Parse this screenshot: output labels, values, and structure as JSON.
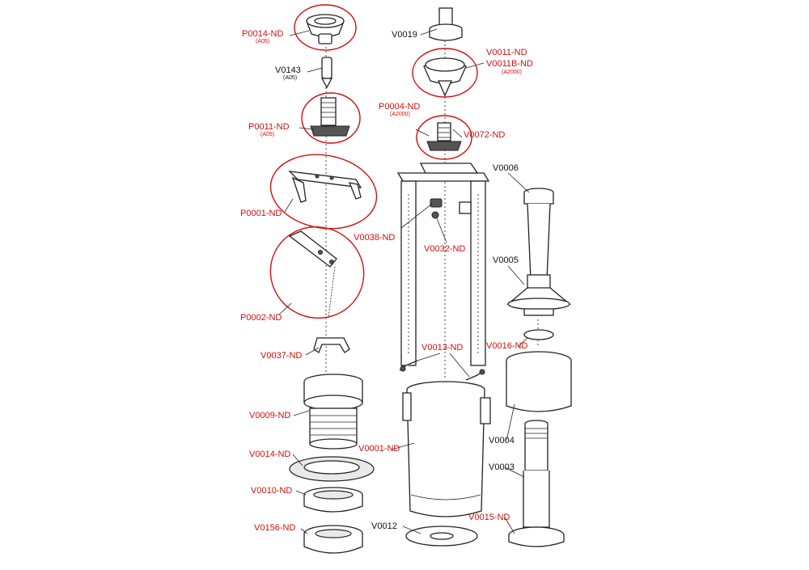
{
  "labels": {
    "p0014": {
      "code": "P0014-ND",
      "sub": "(A05)"
    },
    "v0143": {
      "code": "V0143",
      "sub": "(A05)"
    },
    "p0011": {
      "code": "P0011-ND",
      "sub": "(A05)"
    },
    "p0001": {
      "code": "P0001-ND"
    },
    "p0002": {
      "code": "P0002-ND"
    },
    "v0037": {
      "code": "V0037-ND"
    },
    "v0009": {
      "code": "V0009-ND"
    },
    "v0014": {
      "code": "V0014-ND"
    },
    "v0010": {
      "code": "V0010-ND"
    },
    "v0156": {
      "code": "V0156-ND"
    },
    "v0019": {
      "code": "V0019"
    },
    "v0011": {
      "code": "V0011-ND",
      "code2": "V0011B-ND",
      "sub": "(A2000)"
    },
    "p0004": {
      "code": "P0004-ND",
      "sub": "(A2000)"
    },
    "v0072": {
      "code": "V0072-ND"
    },
    "v0038": {
      "code": "V0038-ND"
    },
    "v0032": {
      "code": "V0032-ND"
    },
    "v0013": {
      "code": "V0013-ND"
    },
    "v0001": {
      "code": "V0001-ND"
    },
    "v0012": {
      "code": "V0012"
    },
    "v0006": {
      "code": "V0006"
    },
    "v0005": {
      "code": "V0005"
    },
    "v0016": {
      "code": "V0016-ND"
    },
    "v0004": {
      "code": "V0004"
    },
    "v0003": {
      "code": "V0003"
    },
    "v0015": {
      "code": "V0015-ND"
    }
  },
  "colors": {
    "highlight": "#d40e0e",
    "line": "#222222"
  }
}
